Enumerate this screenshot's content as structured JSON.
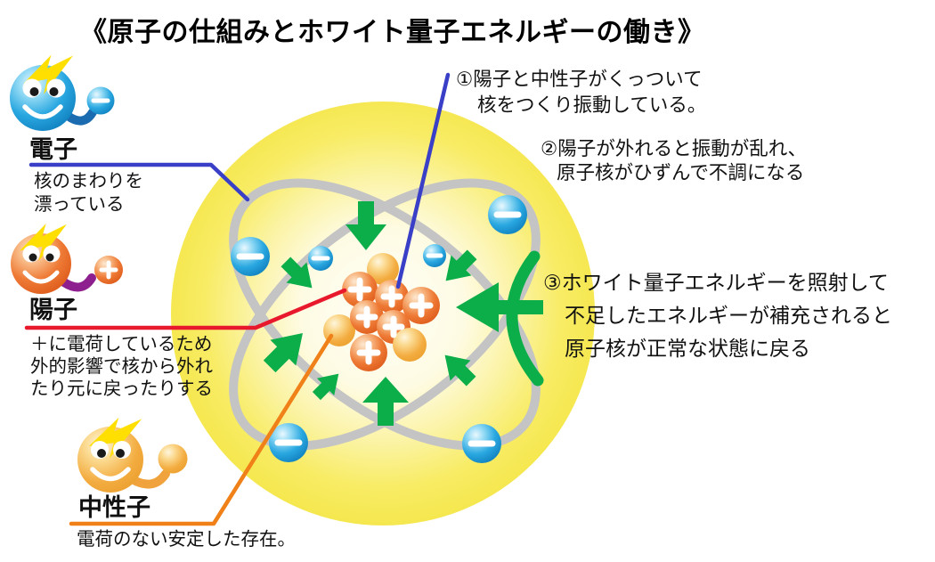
{
  "title": "《原子の仕組みとホワイト量子エネルギーの働き》",
  "characters": {
    "electron": {
      "label": "電子",
      "desc_lines": [
        "核のまわりを",
        "漂っている"
      ],
      "sign": "−",
      "color": "#29a7e0",
      "line_color": "#3a3fc7"
    },
    "proton": {
      "label": "陽子",
      "desc_lines": [
        "＋に電荷しているため",
        "外的影響で核から外れ",
        "たり元に戻ったりする"
      ],
      "sign": "＋",
      "color": "#ee7a35",
      "line_color": "#e8192c"
    },
    "neutron": {
      "label": "中性子",
      "desc_lines": [
        "電荷のない安定した存在。"
      ],
      "sign": "",
      "color": "#f3ac40",
      "line_color": "#f08018"
    }
  },
  "annotations": {
    "note1": {
      "lines": [
        "①陽子と中性子がくっついて",
        "核をつくり振動している。"
      ]
    },
    "note2": {
      "lines": [
        "②陽子が外れると振動が乱れ、",
        "原子核がひずんで不調になる"
      ]
    },
    "note3": {
      "lines": [
        "③ホワイト量子エネルギーを照射して",
        "不足したエネルギーが補充されると",
        "原子核が正常な状態に戻る"
      ]
    }
  },
  "atom": {
    "proton_sign": "＋",
    "electron_sign": "−",
    "proton_count": 6,
    "neutron_count": 3,
    "electron_count": 6
  },
  "colors": {
    "atom_glow_yellow": "#f6e851",
    "orbit_gray": "#c4c4c4",
    "energy_green": "#0cae4a",
    "electron_blue": "#29a7e0",
    "proton_orange": "#ee7a35",
    "neutron_yellow": "#f3ac40",
    "lightning_yellow": "#ffdf00"
  }
}
